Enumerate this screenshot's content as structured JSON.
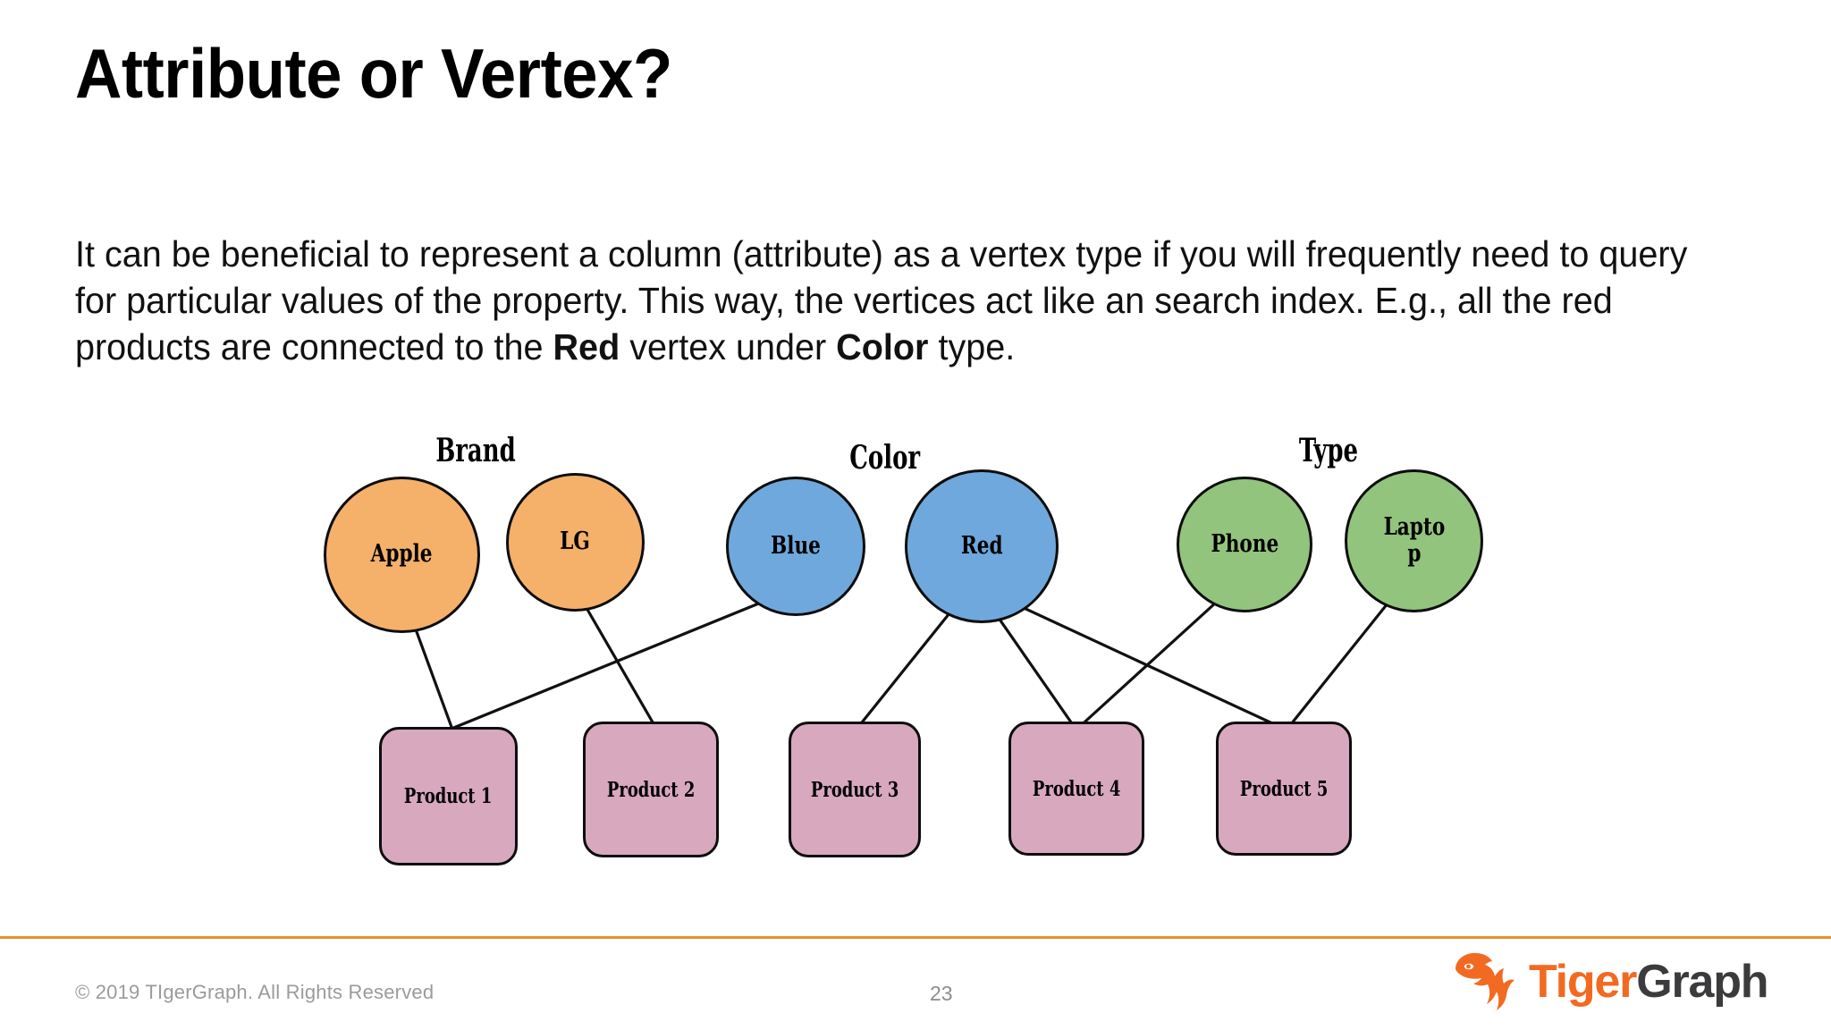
{
  "slide": {
    "title": "Attribute or Vertex?",
    "body": {
      "part1": "It can be beneficial to represent a column (attribute) as a vertex type if you will frequently need to query for particular values of the property. This way, the vertices act like an search index. E.g., all the red products are connected to the ",
      "bold1": "Red",
      "part2": " vertex under ",
      "bold2": "Color",
      "part3": " type."
    }
  },
  "diagram": {
    "group_labels": [
      {
        "name": "Brand",
        "text": "Brand"
      },
      {
        "name": "Color",
        "text": "Color"
      },
      {
        "name": "Type",
        "text": "Type"
      }
    ],
    "attribute_nodes": [
      {
        "id": "apple",
        "label": "Apple",
        "group": "Brand",
        "color": "#f5b06a"
      },
      {
        "id": "lg",
        "label": "LG",
        "group": "Brand",
        "color": "#f5b06a"
      },
      {
        "id": "blue",
        "label": "Blue",
        "group": "Color",
        "color": "#6fa8dc"
      },
      {
        "id": "red",
        "label": "Red",
        "group": "Color",
        "color": "#6fa8dc"
      },
      {
        "id": "phone",
        "label": "Phone",
        "group": "Type",
        "color": "#93c47d"
      },
      {
        "id": "laptop",
        "label": "Lapto\np",
        "group": "Type",
        "color": "#93c47d"
      }
    ],
    "product_nodes": [
      {
        "id": "p1",
        "label": "Product 1",
        "color": "#d8a8bf"
      },
      {
        "id": "p2",
        "label": "Product 2",
        "color": "#d8a8bf"
      },
      {
        "id": "p3",
        "label": "Product 3",
        "color": "#d8a8bf"
      },
      {
        "id": "p4",
        "label": "Product 4",
        "color": "#d8a8bf"
      },
      {
        "id": "p5",
        "label": "Product 5",
        "color": "#d8a8bf"
      }
    ],
    "edges": [
      {
        "from": "apple",
        "to": "p1"
      },
      {
        "from": "lg",
        "to": "p2"
      },
      {
        "from": "blue",
        "to": "p1"
      },
      {
        "from": "red",
        "to": "p3"
      },
      {
        "from": "red",
        "to": "p4"
      },
      {
        "from": "red",
        "to": "p5"
      },
      {
        "from": "phone",
        "to": "p4"
      },
      {
        "from": "laptop",
        "to": "p5"
      }
    ]
  },
  "footer": {
    "copyright": "© 2019 TIgerGraph. All Rights Reserved",
    "page_number": "23",
    "rule_color": "#e8912c"
  },
  "logo": {
    "word_primary": "Tiger",
    "word_secondary": "Graph",
    "primary_color": "#f26a21",
    "secondary_color": "#3b3b3d"
  }
}
